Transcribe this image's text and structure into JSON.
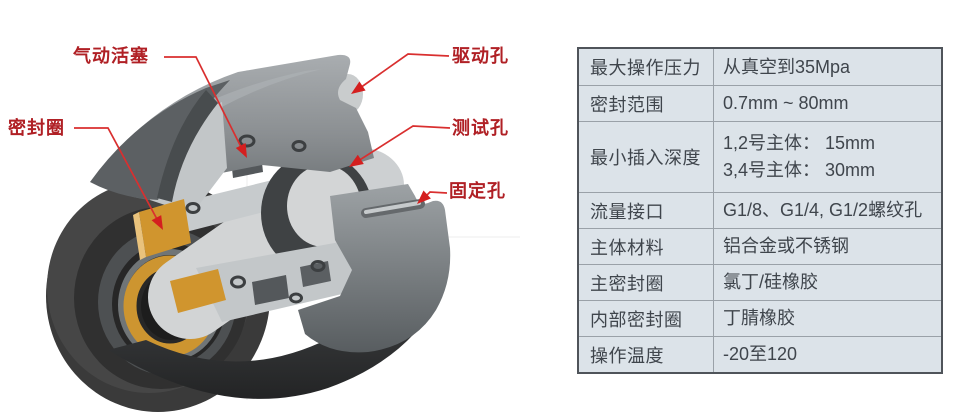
{
  "diagram": {
    "description": "3D cutaway render of a pneumatic sealing connector with red leader-line callouts",
    "callouts": [
      {
        "id": "pneumatic-piston",
        "text": "气动活塞"
      },
      {
        "id": "seal-ring",
        "text": "密封圈"
      },
      {
        "id": "drive-hole",
        "text": "驱动孔"
      },
      {
        "id": "test-hole",
        "text": "测试孔"
      },
      {
        "id": "fixing-hole",
        "text": "固定孔"
      }
    ],
    "colors": {
      "callout_text": "#b02025",
      "leader_line": "#d92f2f",
      "arrowhead": "#d41f1f",
      "seal_orange": "#d0952e",
      "body_dark": "#3a3a3a",
      "body_gray": "#8b8f92",
      "cut_face_gray": "#c7cbcd"
    }
  },
  "specs": {
    "rows": [
      {
        "label": "最大操作压力",
        "value": "从真空到35Mpa"
      },
      {
        "label": "密封范围",
        "value": "0.7mm ~ 80mm"
      },
      {
        "label": "最小插入深度",
        "value": "1,2号主体： 15mm",
        "value2": "3,4号主体： 30mm"
      },
      {
        "label": "流量接口",
        "value": "G1/8、G1/4, G1/2螺纹孔"
      },
      {
        "label": "主体材料",
        "value": "铝合金或不锈钢"
      },
      {
        "label": "主密封圈",
        "value": "氯丁/硅橡胶"
      },
      {
        "label": "内部密封圈",
        "value": "丁腈橡胶"
      },
      {
        "label": "操作温度",
        "value": "-20至120"
      }
    ],
    "style": {
      "cell_bg": "#dce3e9",
      "outer_border": "#4f545a",
      "grid_line": "#9aa1a8",
      "text_color": "#3f454c"
    }
  }
}
